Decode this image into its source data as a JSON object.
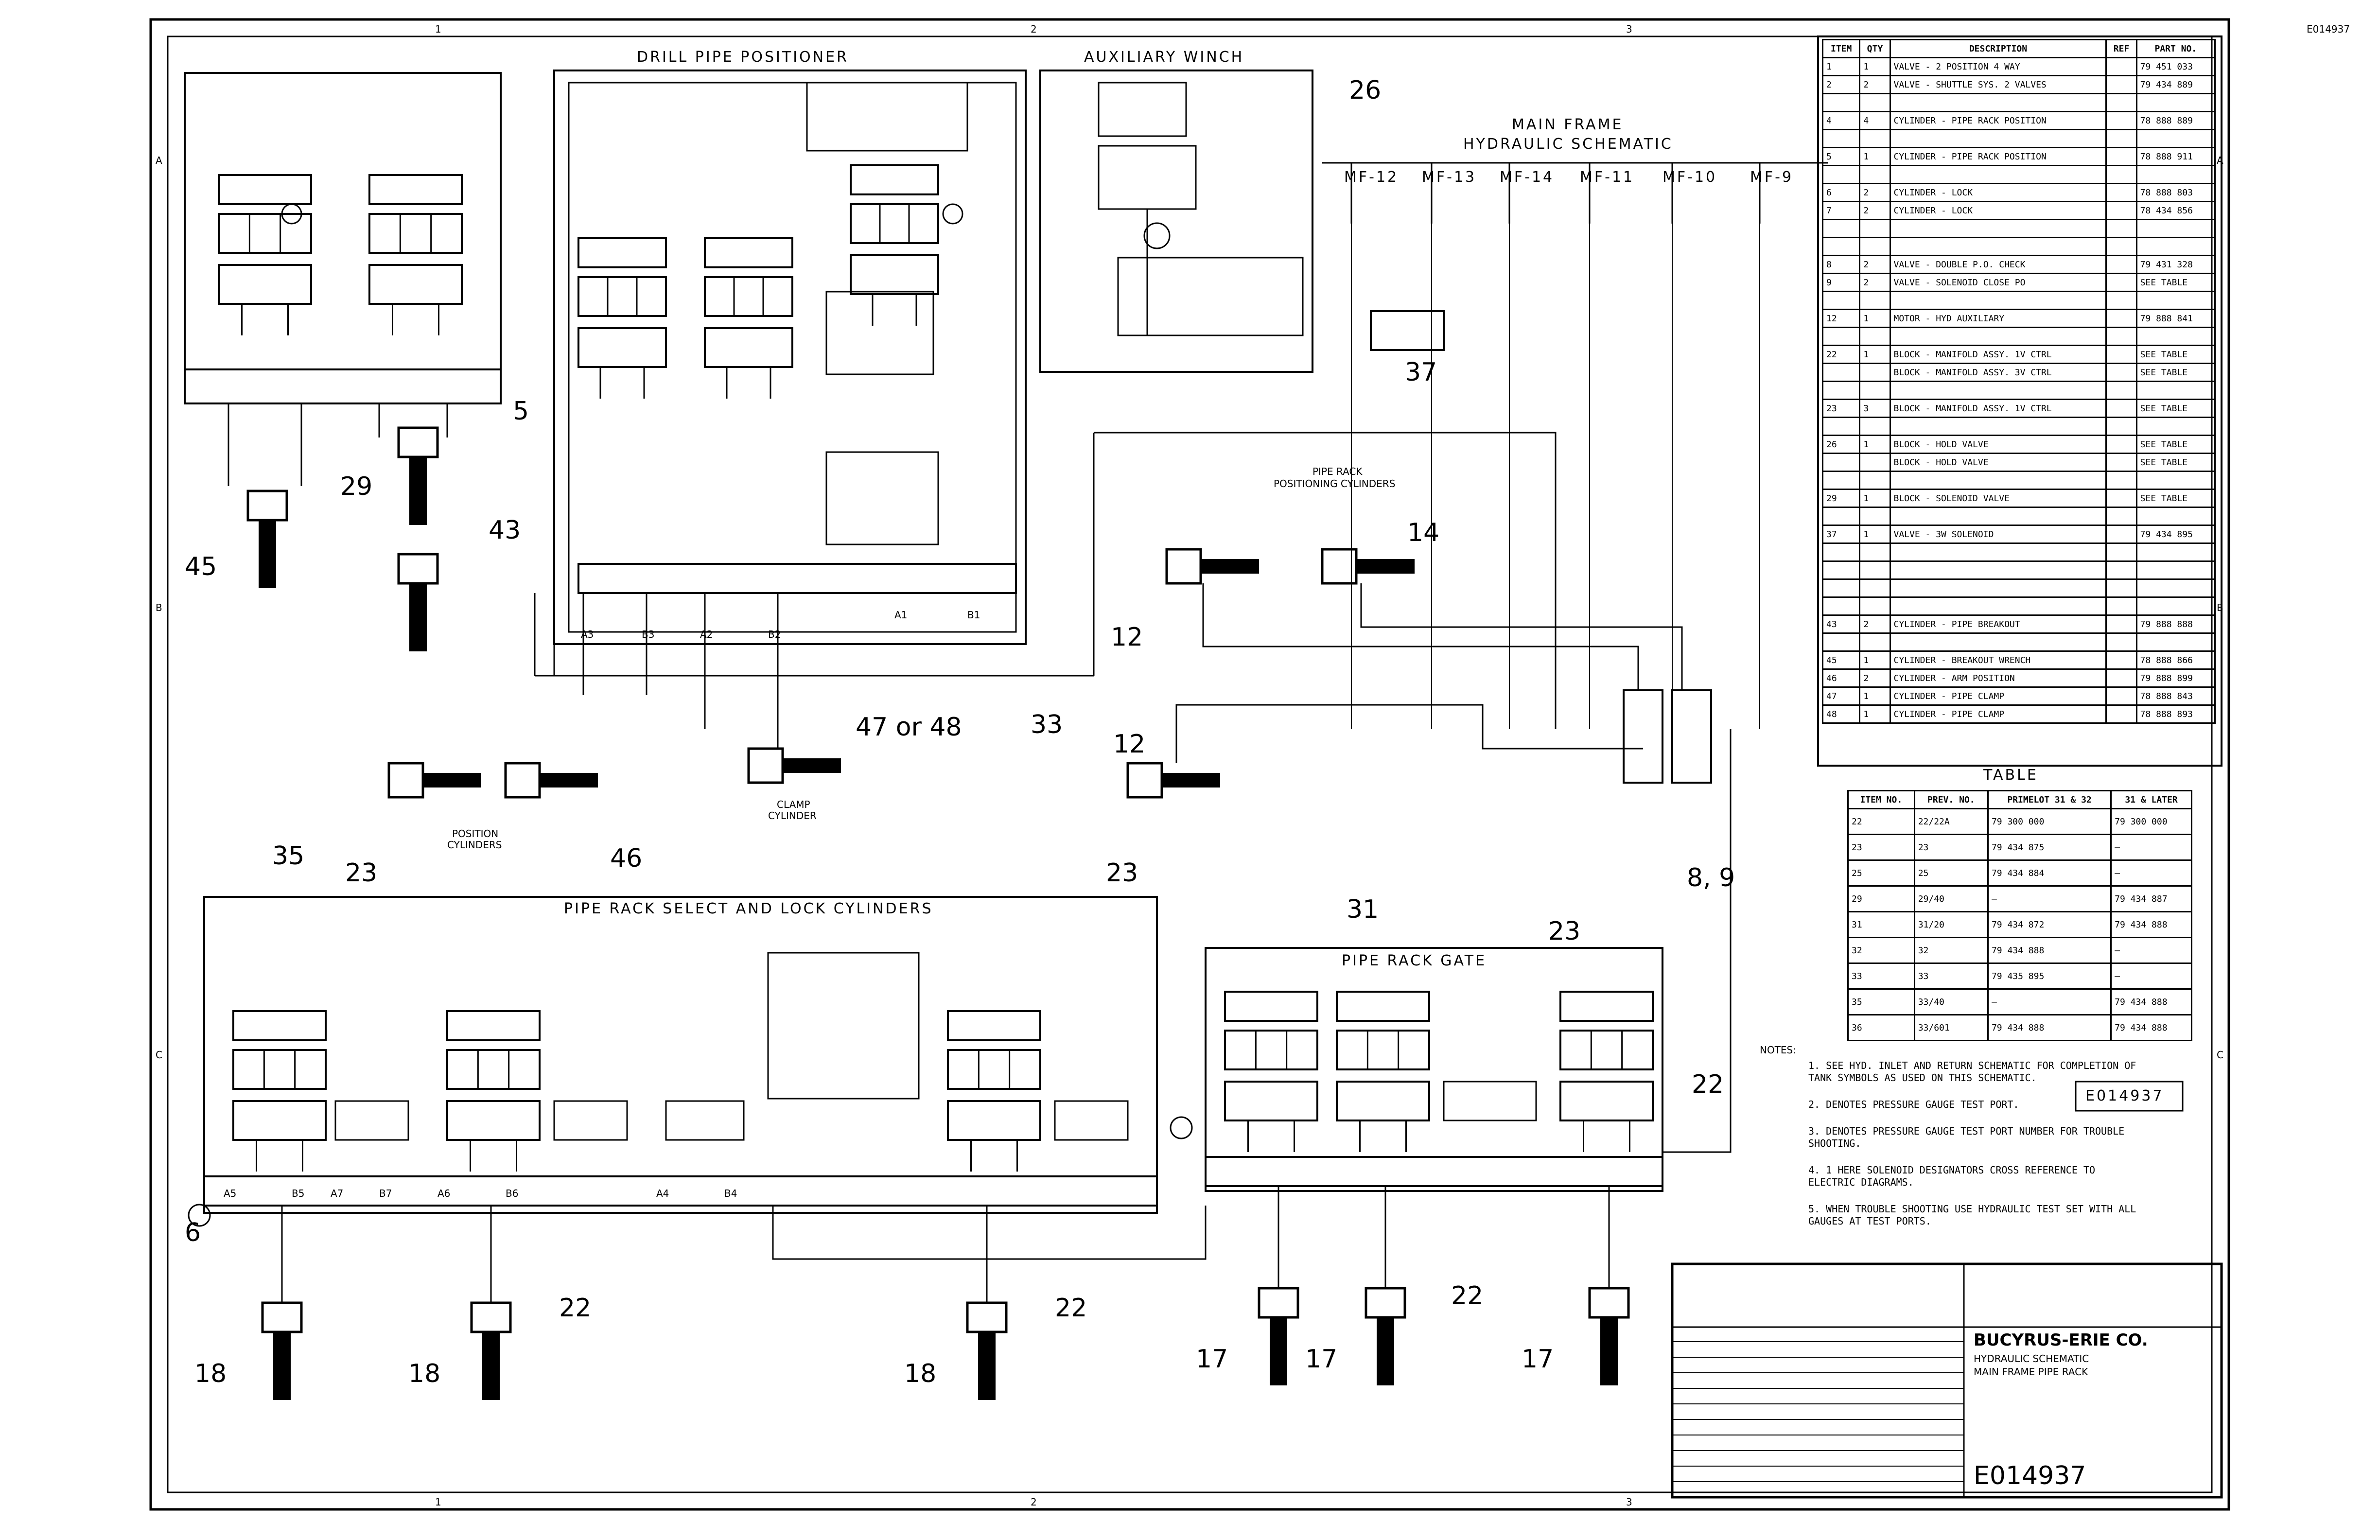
{
  "corner_code": "E014937",
  "border": {
    "top_zones": [
      "1",
      "2",
      "3"
    ],
    "side_zones": [
      "A",
      "B",
      "C"
    ]
  },
  "sections": {
    "drill_pipe_positioner": "DRILL PIPE POSITIONER",
    "auxiliary_winch": "AUXILIARY WINCH",
    "main_frame": "MAIN FRAME",
    "main_frame_sub": "HYDRAULIC SCHEMATIC",
    "pipe_rack_select": "PIPE RACK SELECT AND LOCK CYLINDERS",
    "pipe_rack_gate": "PIPE RACK GATE",
    "pipe_rack_positioning": "PIPE RACK",
    "pipe_rack_positioning_sub": "POSITIONING CYLINDERS",
    "clamp_cylinder": "CLAMP",
    "clamp_cylinder_sub": "CYLINDER",
    "position_cylinders": "POSITION",
    "position_cylinders_sub": "CYLINDERS"
  },
  "manifold_ports": [
    "MF-12",
    "MF-13",
    "MF-14",
    "MF-11",
    "MF-10",
    "MF-9"
  ],
  "callouts": [
    "26",
    "37",
    "29",
    "43",
    "45",
    "5",
    "12",
    "14",
    "33",
    "12",
    "46",
    "47 or 48",
    "8, 9",
    "35",
    "23",
    "23",
    "31",
    "23",
    "22",
    "22",
    "22",
    "22",
    "18",
    "18",
    "18",
    "17",
    "17",
    "17",
    "6"
  ],
  "port_labels": [
    "A1",
    "B1",
    "A2",
    "B2",
    "A3",
    "B3",
    "A4",
    "B4",
    "A5",
    "B5",
    "A6",
    "B6",
    "A7",
    "B7"
  ],
  "parts_table": {
    "headers": [
      "ITEM",
      "QTY",
      "DESCRIPTION",
      "REF",
      "PART NO."
    ],
    "rows": [
      [
        "1",
        "1",
        "VALVE - 2 POSITION 4 WAY",
        "",
        "79 451 033"
      ],
      [
        "2",
        "2",
        "VALVE - SHUTTLE SYS. 2 VALVES",
        "",
        "79 434 889"
      ],
      [
        "",
        "",
        "",
        "",
        ""
      ],
      [
        "4",
        "4",
        "CYLINDER - PIPE RACK POSITION",
        "",
        "78 888 889"
      ],
      [
        "",
        "",
        "",
        "",
        ""
      ],
      [
        "5",
        "1",
        "CYLINDER - PIPE RACK POSITION",
        "",
        "78 888 911"
      ],
      [
        "",
        "",
        "",
        "",
        ""
      ],
      [
        "6",
        "2",
        "CYLINDER - LOCK",
        "",
        "78 888 803"
      ],
      [
        "7",
        "2",
        "CYLINDER - LOCK",
        "",
        "78 434 856"
      ],
      [
        "",
        "",
        "",
        "",
        ""
      ],
      [
        "",
        "",
        "",
        "",
        ""
      ],
      [
        "8",
        "2",
        "VALVE - DOUBLE P.O. CHECK",
        "",
        "79 431 328"
      ],
      [
        "9",
        "2",
        "VALVE - SOLENOID CLOSE PO",
        "",
        "SEE TABLE"
      ],
      [
        "",
        "",
        "",
        "",
        ""
      ],
      [
        "12",
        "1",
        "MOTOR - HYD AUXILIARY",
        "",
        "79 888 841"
      ],
      [
        "",
        "",
        "",
        "",
        ""
      ],
      [
        "22",
        "1",
        "BLOCK - MANIFOLD ASSY. 1V CTRL",
        "",
        "SEE TABLE"
      ],
      [
        "",
        "",
        "BLOCK - MANIFOLD ASSY. 3V CTRL",
        "",
        "SEE TABLE"
      ],
      [
        "",
        "",
        "",
        "",
        ""
      ],
      [
        "23",
        "3",
        "BLOCK - MANIFOLD ASSY. 1V CTRL",
        "",
        "SEE TABLE"
      ],
      [
        "",
        "",
        "",
        "",
        ""
      ],
      [
        "26",
        "1",
        "BLOCK - HOLD VALVE",
        "",
        "SEE TABLE"
      ],
      [
        "",
        "",
        "BLOCK - HOLD VALVE",
        "",
        "SEE TABLE"
      ],
      [
        "",
        "",
        "",
        "",
        ""
      ],
      [
        "29",
        "1",
        "BLOCK - SOLENOID VALVE",
        "",
        "SEE TABLE"
      ],
      [
        "",
        "",
        "",
        "",
        ""
      ],
      [
        "37",
        "1",
        "VALVE - 3W SOLENOID",
        "",
        "79 434 895"
      ],
      [
        "",
        "",
        "",
        "",
        ""
      ],
      [
        "",
        "",
        "",
        "",
        ""
      ],
      [
        "",
        "",
        "",
        "",
        ""
      ],
      [
        "",
        "",
        "",
        "",
        ""
      ],
      [
        "43",
        "2",
        "CYLINDER - PIPE BREAKOUT",
        "",
        "79 888 888"
      ],
      [
        "",
        "",
        "",
        "",
        ""
      ],
      [
        "45",
        "1",
        "CYLINDER - BREAKOUT WRENCH",
        "",
        "78 888 866"
      ],
      [
        "46",
        "2",
        "CYLINDER - ARM POSITION",
        "",
        "79 888 899"
      ],
      [
        "47",
        "1",
        "CYLINDER - PIPE CLAMP",
        "",
        "78 888 843"
      ],
      [
        "48",
        "1",
        "CYLINDER - PIPE CLAMP",
        "",
        "78 888 893"
      ]
    ]
  },
  "lot_table": {
    "title": "TABLE",
    "headers": [
      "ITEM NO.",
      "PREV. NO.",
      "PRIMELOT 31 & 32",
      "31 & LATER"
    ],
    "rows": [
      [
        "22",
        "22/22A",
        "79 300 000",
        "79 300 000"
      ],
      [
        "23",
        "23",
        "79 434 875",
        "—"
      ],
      [
        "25",
        "25",
        "79 434 884",
        "—"
      ],
      [
        "29",
        "29/40",
        "—",
        "79 434 887"
      ],
      [
        "31",
        "31/20",
        "79 434 872",
        "79 434 888"
      ],
      [
        "32",
        "32",
        "79 434 888",
        "—"
      ],
      [
        "33",
        "33",
        "79 435 895",
        "—"
      ],
      [
        "35",
        "33/40",
        "—",
        "79 434 888"
      ],
      [
        "36",
        "33/601",
        "79 434 888",
        "79 434 888"
      ]
    ]
  },
  "notes": {
    "heading": "NOTES:",
    "items": [
      "1. SEE HYD. INLET AND RETURN SCHEMATIC FOR COMPLETION OF TANK SYMBOLS AS USED ON THIS SCHEMATIC.",
      "2. DENOTES PRESSURE GAUGE TEST PORT.",
      "3. DENOTES PRESSURE GAUGE TEST PORT NUMBER FOR TROUBLE SHOOTING.",
      "4. 1 HERE SOLENOID DESIGNATORS CROSS REFERENCE TO ELECTRIC DIAGRAMS.",
      "5. WHEN TROUBLE SHOOTING USE HYDRAULIC TEST SET WITH ALL GAUGES AT TEST PORTS."
    ]
  },
  "drawing_ref": "E014937",
  "title_block": {
    "company": "BUCYRUS-ERIE CO.",
    "title_line1": "HYDRAULIC SCHEMATIC",
    "title_line2": "MAIN FRAME PIPE RACK",
    "drawing_no": "E014937"
  }
}
